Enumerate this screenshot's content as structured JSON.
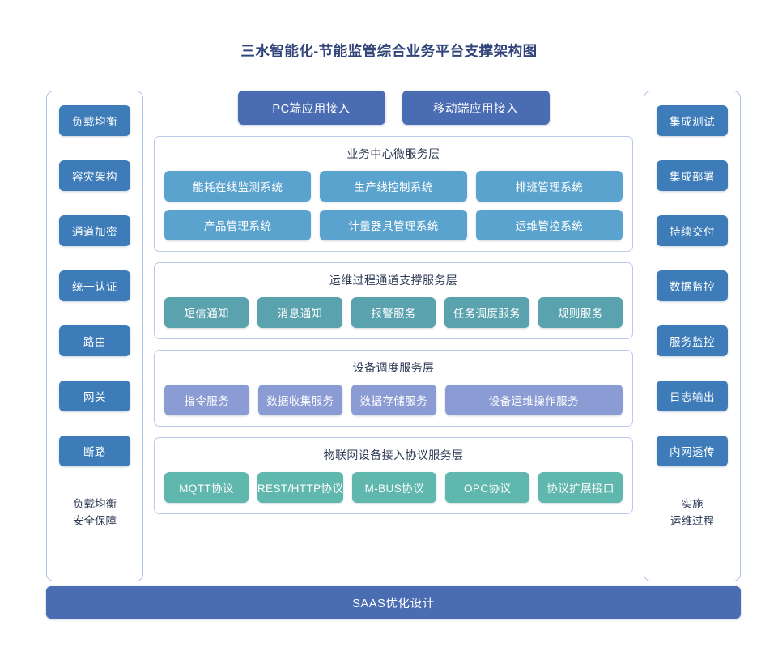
{
  "title": "三水智能化-节能监管综合业务平台支撑架构图",
  "colors": {
    "title": "#32457a",
    "access_bar": "#4a6cb3",
    "side_button": "#3d7cb8",
    "business_chip": "#5aa3ce",
    "support_chip": "#5aa2ad",
    "device_chip": "#8b9cd4",
    "protocol_chip": "#5fb7ae",
    "panel_border": "#b9cbe8",
    "side_border": "#adc3e8",
    "bottom_bar": "#4a6cb3"
  },
  "left_column": {
    "items": [
      {
        "label": "负载均衡"
      },
      {
        "label": "容灾架构"
      },
      {
        "label": "通道加密"
      },
      {
        "label": "统一认证"
      },
      {
        "label": "路由"
      },
      {
        "label": "网关"
      },
      {
        "label": "断路"
      }
    ],
    "footer_line1": "负载均衡",
    "footer_line2": "安全保障"
  },
  "right_column": {
    "items": [
      {
        "label": "集成测试"
      },
      {
        "label": "集成部署"
      },
      {
        "label": "持续交付"
      },
      {
        "label": "数据监控"
      },
      {
        "label": "服务监控"
      },
      {
        "label": "日志输出"
      },
      {
        "label": "内网透传"
      }
    ],
    "footer_line1": "实施",
    "footer_line2": "运维过程"
  },
  "access_bars": [
    {
      "label": "PC端应用接入"
    },
    {
      "label": "移动端应用接入"
    }
  ],
  "layers": [
    {
      "id": "business",
      "title": "业务中心微服务层",
      "rows": [
        [
          {
            "label": "能耗在线监测系统"
          },
          {
            "label": "生产线控制系统"
          },
          {
            "label": "排班管理系统"
          }
        ],
        [
          {
            "label": "产品管理系统"
          },
          {
            "label": "计量器具管理系统"
          },
          {
            "label": "运维管控系统"
          }
        ]
      ]
    },
    {
      "id": "support",
      "title": "运维过程通道支撑服务层",
      "rows": [
        [
          {
            "label": "短信通知"
          },
          {
            "label": "消息通知"
          },
          {
            "label": "报警服务"
          },
          {
            "label": "任务调度服务"
          },
          {
            "label": "规则服务"
          }
        ]
      ]
    },
    {
      "id": "device",
      "title": "设备调度服务层",
      "rows": [
        [
          {
            "label": "指令服务"
          },
          {
            "label": "数据收集服务"
          },
          {
            "label": "数据存储服务"
          },
          {
            "label": "设备运维操作服务",
            "wide": true
          }
        ]
      ]
    },
    {
      "id": "protocol",
      "title": "物联网设备接入协议服务层",
      "rows": [
        [
          {
            "label": "MQTT协议"
          },
          {
            "label": "REST/HTTP协议"
          },
          {
            "label": "M-BUS协议"
          },
          {
            "label": "OPC协议"
          },
          {
            "label": "协议扩展接口"
          }
        ]
      ]
    }
  ],
  "bottom_bar": {
    "label": "SAAS优化设计"
  }
}
